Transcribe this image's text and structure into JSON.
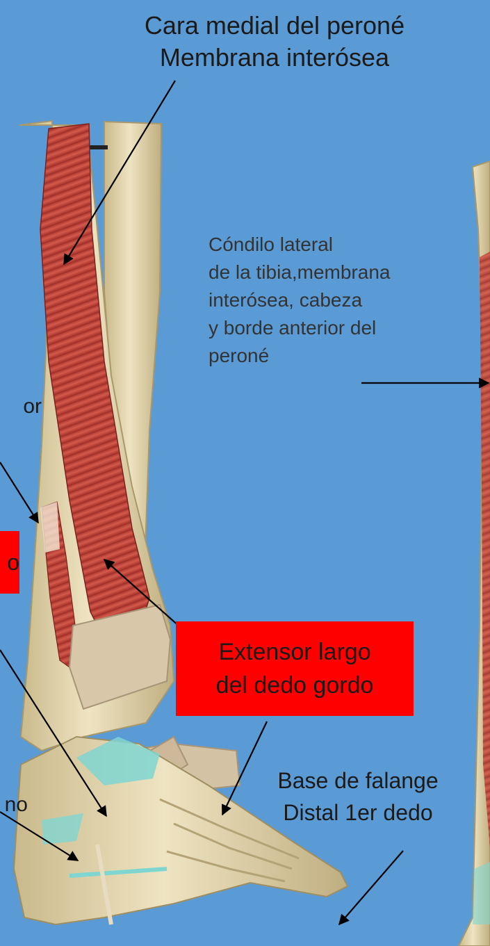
{
  "labels": {
    "top": "Cara medial del peroné\nMembrana interósea",
    "origin_right": "Cóndilo lateral\nde la tibia,membrana\ninterósea, cabeza\ny borde anterior del\nperoné",
    "insertion": "Base de falange\nDistal 1er dedo",
    "left_cut_1": "or",
    "left_cut_2": "no"
  },
  "red_boxes": {
    "main": "Extensor largo\ndel dedo gordo",
    "left_cut": "o"
  },
  "colors": {
    "background": "#5b9bd5",
    "highlight_box": "#ff0000",
    "bone": "#ddcfa4",
    "muscle": "#c8453e",
    "cartilage": "#7fd6d1",
    "retinaculum": "#d8c7ab",
    "arrow": "#000000"
  }
}
